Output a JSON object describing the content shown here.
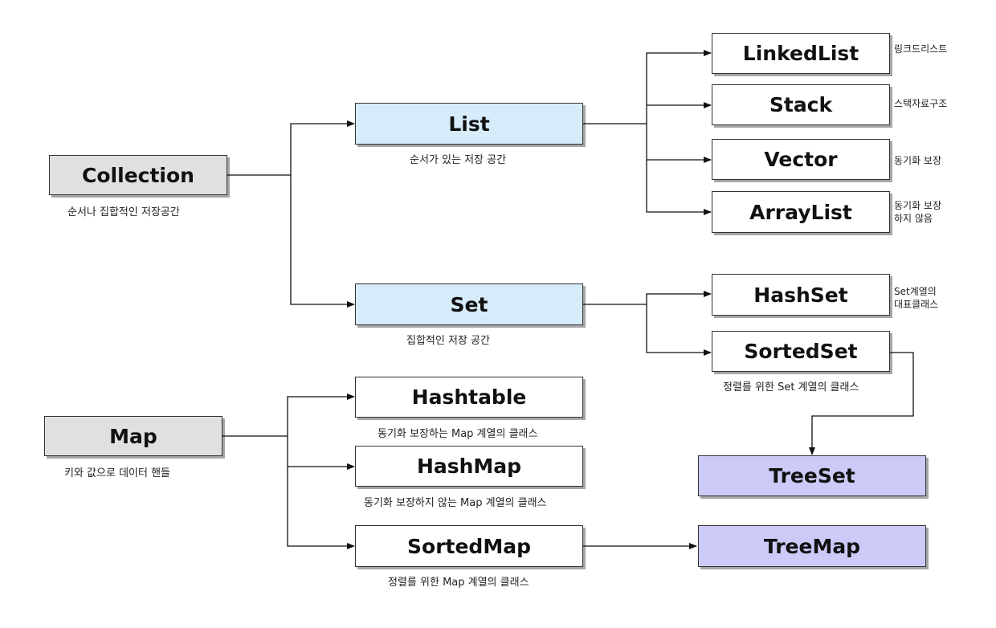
{
  "nodes": {
    "collection": {
      "label": "Collection",
      "caption": "순서나 집합적인 저장공간"
    },
    "list": {
      "label": "List",
      "caption": "순서가 있는 저장 공간"
    },
    "set": {
      "label": "Set",
      "caption": "집합적인 저장 공간"
    },
    "linkedlist": {
      "label": "LinkedList",
      "note": "링크드리스트"
    },
    "stack": {
      "label": "Stack",
      "note": "스택자료구조"
    },
    "vector": {
      "label": "Vector",
      "note": "동기화 보장"
    },
    "arraylist": {
      "label": "ArrayList",
      "note_line1": "동기화 보장",
      "note_line2": "하지 않음"
    },
    "hashset": {
      "label": "HashSet",
      "note_line1": "Set계열의",
      "note_line2": "대표클래스"
    },
    "sortedset": {
      "label": "SortedSet",
      "caption": "정렬를 위한 Set 계열의 클래스"
    },
    "treeset": {
      "label": "TreeSet"
    },
    "map": {
      "label": "Map",
      "caption": "키와 값으로 데이터 핸들"
    },
    "hashtable": {
      "label": "Hashtable",
      "caption": "동기화 보장하는 Map 계열의 클래스"
    },
    "hashmap": {
      "label": "HashMap",
      "caption": "동기화 보장하지 않는 Map 계열의 클래스"
    },
    "sortedmap": {
      "label": "SortedMap",
      "caption": "정렬를 위한 Map 계열의 클래스"
    },
    "treemap": {
      "label": "TreeMap"
    }
  }
}
